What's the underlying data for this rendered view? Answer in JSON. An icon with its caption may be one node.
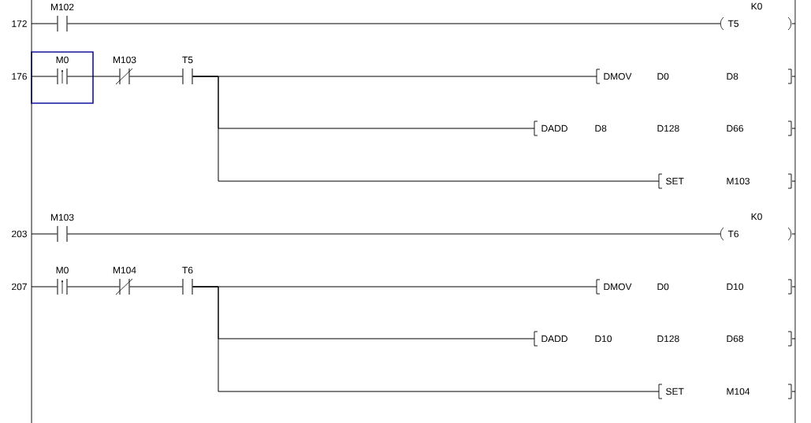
{
  "diagram": {
    "nodes": [
      {
        "text": [],
        "shape": "bar"
      },
      {
        "text": [],
        "shape": "bar"
      },
      {
        "text": [
          "M102"
        ]
      },
      {
        "text": [
          "T5",
          "K0"
        ]
      },
      {
        "text": [
          "M0"
        ]
      },
      {
        "text": [
          "M103"
        ]
      },
      {
        "text": [
          "T5"
        ]
      },
      {
        "text": [
          "DMOV",
          "D0",
          "D8"
        ]
      },
      {
        "text": [
          "DADD",
          "D8",
          "D128",
          "D66"
        ]
      },
      {
        "text": [
          "SET",
          "M103"
        ]
      },
      {
        "text": [
          "M103"
        ]
      },
      {
        "text": [
          "T6",
          "K0"
        ]
      },
      {
        "text": [
          "M0"
        ]
      },
      {
        "text": [
          "M104"
        ]
      },
      {
        "text": [
          "T6"
        ]
      },
      {
        "text": [
          "DMOV",
          "D0",
          "D10"
        ]
      },
      {
        "text": [
          "DADD",
          "D10",
          "D128",
          "D68"
        ]
      },
      {
        "text": [
          "SET",
          "M104"
        ]
      }
    ],
    "edges": [
      {
        "from": 0,
        "to": 2,
        "arrow": "none"
      },
      {
        "from": 2,
        "to": 3,
        "arrow": "none"
      },
      {
        "from": 3,
        "to": 1,
        "arrow": "none"
      },
      {
        "from": 0,
        "to": 4,
        "arrow": "none"
      },
      {
        "from": 4,
        "to": 5,
        "arrow": "none"
      },
      {
        "from": 5,
        "to": 6,
        "arrow": "none"
      },
      {
        "from": 6,
        "to": 7,
        "arrow": "none"
      },
      {
        "from": 6,
        "to": 8,
        "arrow": "none"
      },
      {
        "from": 6,
        "to": 9,
        "arrow": "none"
      },
      {
        "from": 7,
        "to": 1,
        "arrow": "none"
      },
      {
        "from": 8,
        "to": 1,
        "arrow": "none"
      },
      {
        "from": 9,
        "to": 1,
        "arrow": "none"
      },
      {
        "from": 0,
        "to": 10,
        "arrow": "none"
      },
      {
        "from": 10,
        "to": 11,
        "arrow": "none"
      },
      {
        "from": 11,
        "to": 1,
        "arrow": "none"
      },
      {
        "from": 0,
        "to": 12,
        "arrow": "none"
      },
      {
        "from": 12,
        "to": 13,
        "arrow": "none"
      },
      {
        "from": 13,
        "to": 14,
        "arrow": "none"
      },
      {
        "from": 14,
        "to": 15,
        "arrow": "none"
      },
      {
        "from": 14,
        "to": 16,
        "arrow": "none"
      },
      {
        "from": 14,
        "to": 17,
        "arrow": "none"
      },
      {
        "from": 15,
        "to": 1,
        "arrow": "none"
      },
      {
        "from": 16,
        "to": 1,
        "arrow": "none"
      },
      {
        "from": 17,
        "to": 1,
        "arrow": "none"
      }
    ],
    "labels": [
      "172",
      "176",
      "203",
      "207"
    ]
  }
}
